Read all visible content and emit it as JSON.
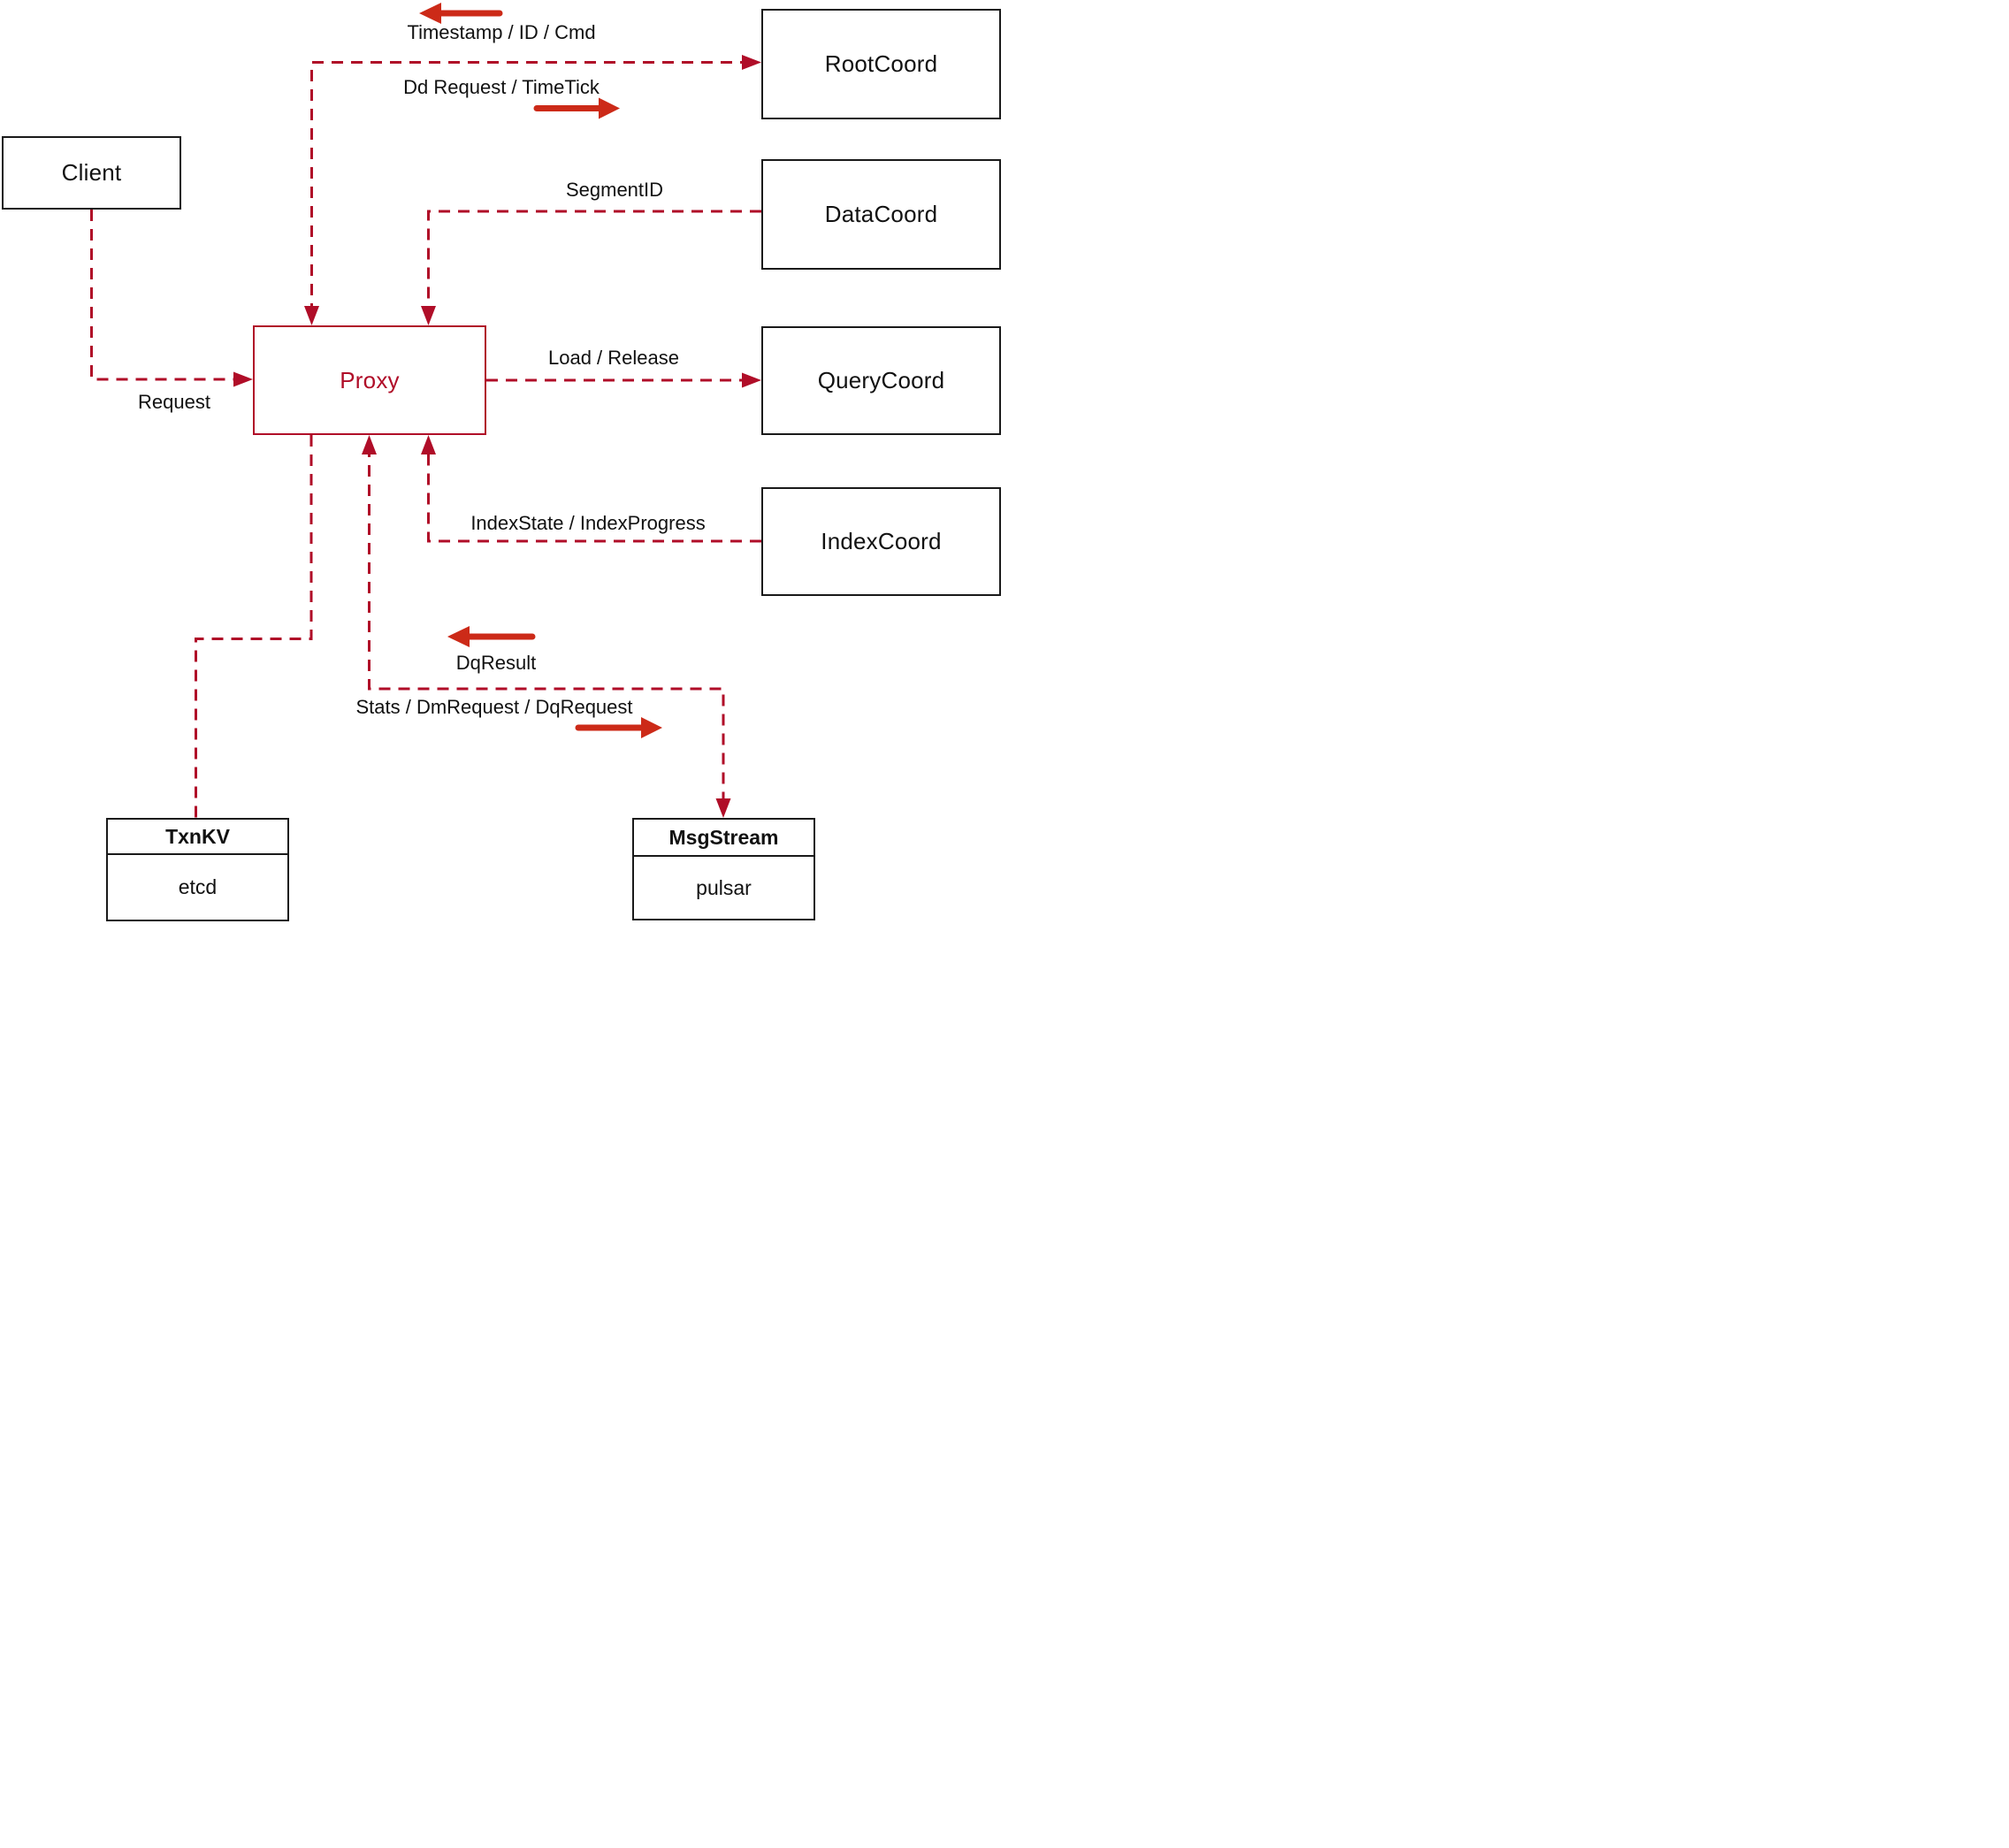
{
  "diagram": {
    "nodes": {
      "client": {
        "label": "Client"
      },
      "proxy": {
        "label": "Proxy"
      },
      "root_coord": {
        "label": "RootCoord"
      },
      "data_coord": {
        "label": "DataCoord"
      },
      "query_coord": {
        "label": "QueryCoord"
      },
      "index_coord": {
        "label": "IndexCoord"
      },
      "txn_kv": {
        "title": "TxnKV",
        "impl": "etcd"
      },
      "msg_stream": {
        "title": "MsgStream",
        "impl": "pulsar"
      }
    },
    "edges": {
      "rootcoord_to_proxy": {
        "label": "Timestamp / ID / Cmd"
      },
      "proxy_to_rootcoord": {
        "label": "Dd Request / TimeTick"
      },
      "datacoord_to_proxy": {
        "label": "SegmentID"
      },
      "proxy_to_querycoord": {
        "label": "Load / Release"
      },
      "indexcoord_to_proxy": {
        "label": "IndexState / IndexProgress"
      },
      "client_to_proxy": {
        "label": "Request"
      },
      "msgstream_to_proxy": {
        "label": "DqResult"
      },
      "proxy_to_msgstream": {
        "label": "Stats / DmRequest / DqRequest"
      }
    },
    "colors": {
      "dashed_line": "#b00d28",
      "solid_arrow": "#cc2a18",
      "box_border": "#1a1a1a",
      "text": "#111111",
      "proxy_accent": "#b00d28"
    }
  }
}
